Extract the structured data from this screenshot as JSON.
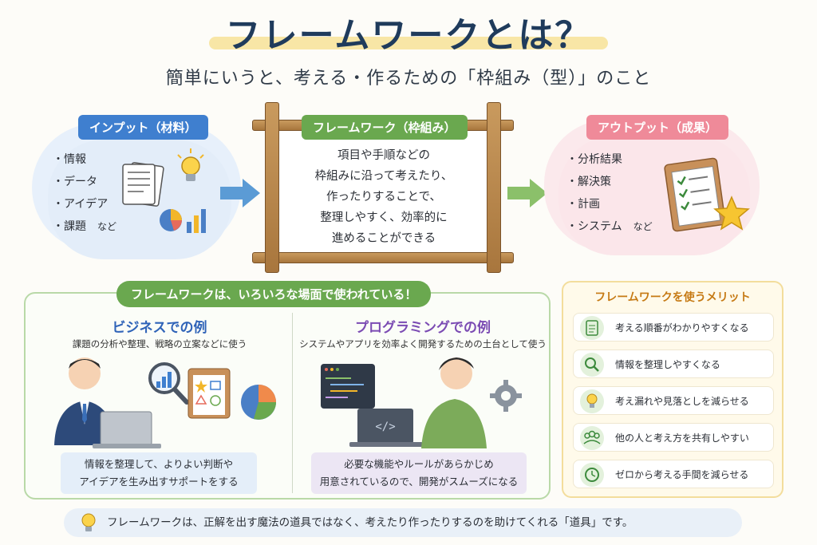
{
  "title": "フレームワークとは？",
  "subtitle": "簡単にいうと、考える・作るための「枠組み（型）」のこと",
  "input": {
    "label": "インプット（材料）",
    "items": [
      "情報",
      "データ",
      "アイデア",
      "課題"
    ],
    "suffix": "など"
  },
  "frame": {
    "label": "フレームワーク（枠組み）",
    "lines": [
      "項目や手順などの",
      "枠組みに沿って考えたり、",
      "作ったりすることで、",
      "整理しやすく、効率的に",
      "進めることができる"
    ]
  },
  "output": {
    "label": "アウトプット（成果）",
    "items": [
      "分析結果",
      "解決策",
      "計画",
      "システム"
    ],
    "suffix": "など"
  },
  "usage": {
    "label": "フレームワークは、いろいろな場面で使われている！",
    "business": {
      "title": "ビジネスでの例",
      "desc": "課題の分析や整理、戦略の立案などに使う",
      "note_line1": "情報を整理して、よりよい判断や",
      "note_line2": "アイデアを生み出すサポートをする"
    },
    "programming": {
      "title": "プログラミングでの例",
      "desc": "システムやアプリを効率よく開発するための土台として使う",
      "code_symbol": "</>",
      "note_line1": "必要な機能やルールがあらかじめ",
      "note_line2": "用意されているので、開発がスムーズになる"
    }
  },
  "merits": {
    "title": "フレームワークを使うメリット",
    "items": [
      {
        "icon": "checklist-icon",
        "text": "考える順番がわかりやすくなる"
      },
      {
        "icon": "magnifier-icon",
        "text": "情報を整理しやすくなる"
      },
      {
        "icon": "lightbulb-icon",
        "text": "考え漏れや見落としを減らせる"
      },
      {
        "icon": "people-icon",
        "text": "他の人と考え方を共有しやすい"
      },
      {
        "icon": "clock-icon",
        "text": "ゼロから考える手間を減らせる"
      }
    ]
  },
  "footer": "フレームワークは、正解を出す魔法の道具ではなく、考えたり作ったりするのを助けてくれる「道具」です。",
  "colors": {
    "input_accent": "#3f7fcf",
    "frame_accent": "#6aa84f",
    "output_accent": "#ef8a99",
    "business_title": "#2f63b8",
    "programming_title": "#7b4bb3",
    "merit_title": "#c67a14",
    "title": "#1f3b5c"
  }
}
